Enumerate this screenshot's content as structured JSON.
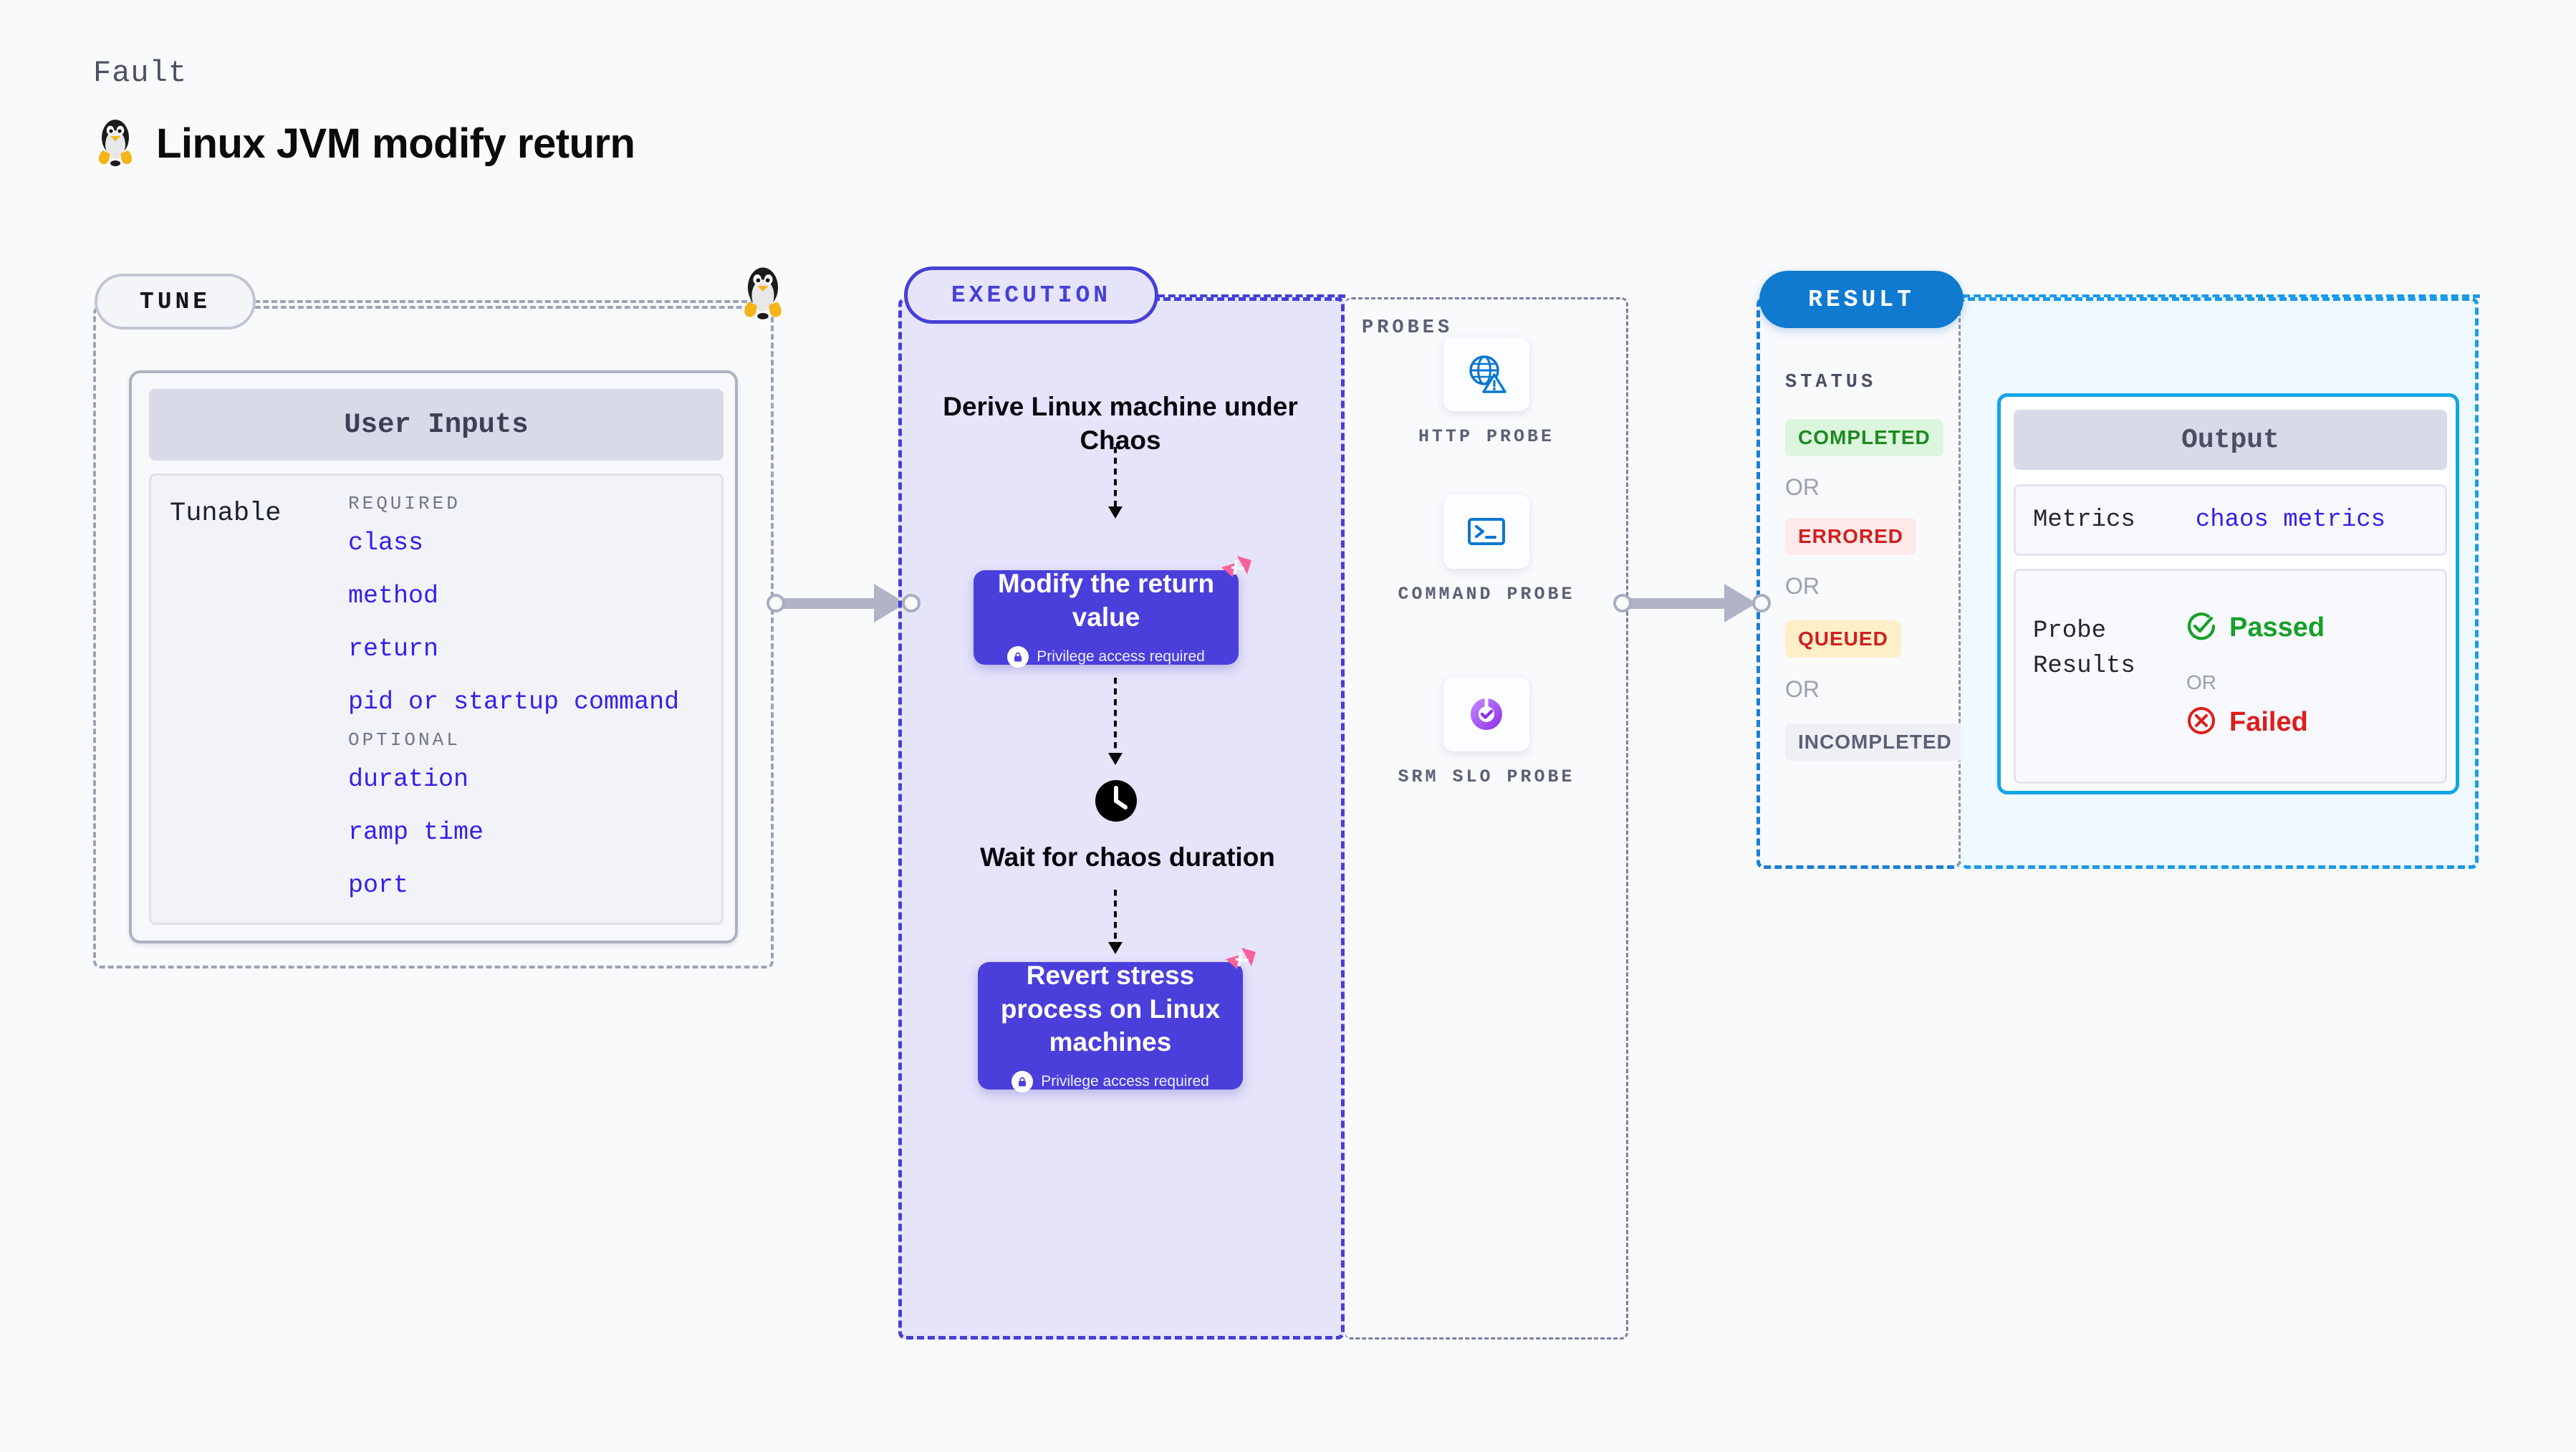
{
  "header": {
    "kicker": "Fault",
    "title": "Linux JVM modify return",
    "icon": "linux-penguin-icon"
  },
  "tune": {
    "badge": "TUNE",
    "card_title": "User Inputs",
    "tunable_label": "Tunable",
    "groups": [
      {
        "label": "REQUIRED",
        "items": [
          "class",
          "method",
          "return",
          "pid or startup command"
        ]
      },
      {
        "label": "OPTIONAL",
        "items": [
          "duration",
          "ramp time",
          "port"
        ]
      }
    ]
  },
  "execution": {
    "badge": "EXECUTION",
    "step_derive": "Derive Linux machine under Chaos",
    "step_modify": "Modify the return value",
    "step_modify_privilege": "Privilege access required",
    "step_wait": "Wait for chaos duration",
    "step_revert": "Revert stress process on Linux machines",
    "step_revert_privilege": "Privilege access required",
    "clock_icon": "clock-icon",
    "brand_icon": "harness-logo-icon"
  },
  "probes": {
    "label": "PROBES",
    "items": [
      {
        "caption": "HTTP PROBE",
        "icon": "globe-warning-icon"
      },
      {
        "caption": "COMMAND PROBE",
        "icon": "terminal-prompt-icon"
      },
      {
        "caption": "SRM SLO PROBE",
        "icon": "slo-donut-check-icon"
      }
    ]
  },
  "result": {
    "badge": "RESULT",
    "status_label": "STATUS",
    "or_text": "OR",
    "statuses": [
      {
        "label": "COMPLETED",
        "bg": "#dcf5dd",
        "fg": "#1e8a22"
      },
      {
        "label": "ERRORED",
        "bg": "#fdeaea",
        "fg": "#d01f1f"
      },
      {
        "label": "QUEUED",
        "bg": "#fdf0c8",
        "fg": "#cf2020"
      },
      {
        "label": "INCOMPLETED",
        "bg": "#eef0f5",
        "fg": "#5c6076"
      }
    ]
  },
  "output": {
    "card_title": "Output",
    "metrics_key": "Metrics",
    "metrics_value": "chaos metrics",
    "probe_results_key": "Probe\nResults",
    "probe_results_key_line1": "Probe",
    "probe_results_key_line2": "Results",
    "passed_label": "Passed",
    "failed_label": "Failed",
    "or_text": "OR",
    "passed_icon": "check-circle-icon",
    "failed_icon": "x-circle-icon"
  },
  "colors": {
    "background": "#f9fafc",
    "tune_border": "#9ca3b5",
    "execution_accent": "#4640d6",
    "execution_fill": "#e6e4fb",
    "execution_box": "#4a3fdb",
    "probes_border": "#7b7fa0",
    "result_accent": "#0f7ad0",
    "output_accent": "#12a5e8",
    "output_fill": "#eefafe",
    "tunable_value": "#3520ea",
    "harness_pink": "#f9619c",
    "connector": "#b0b4c6"
  }
}
